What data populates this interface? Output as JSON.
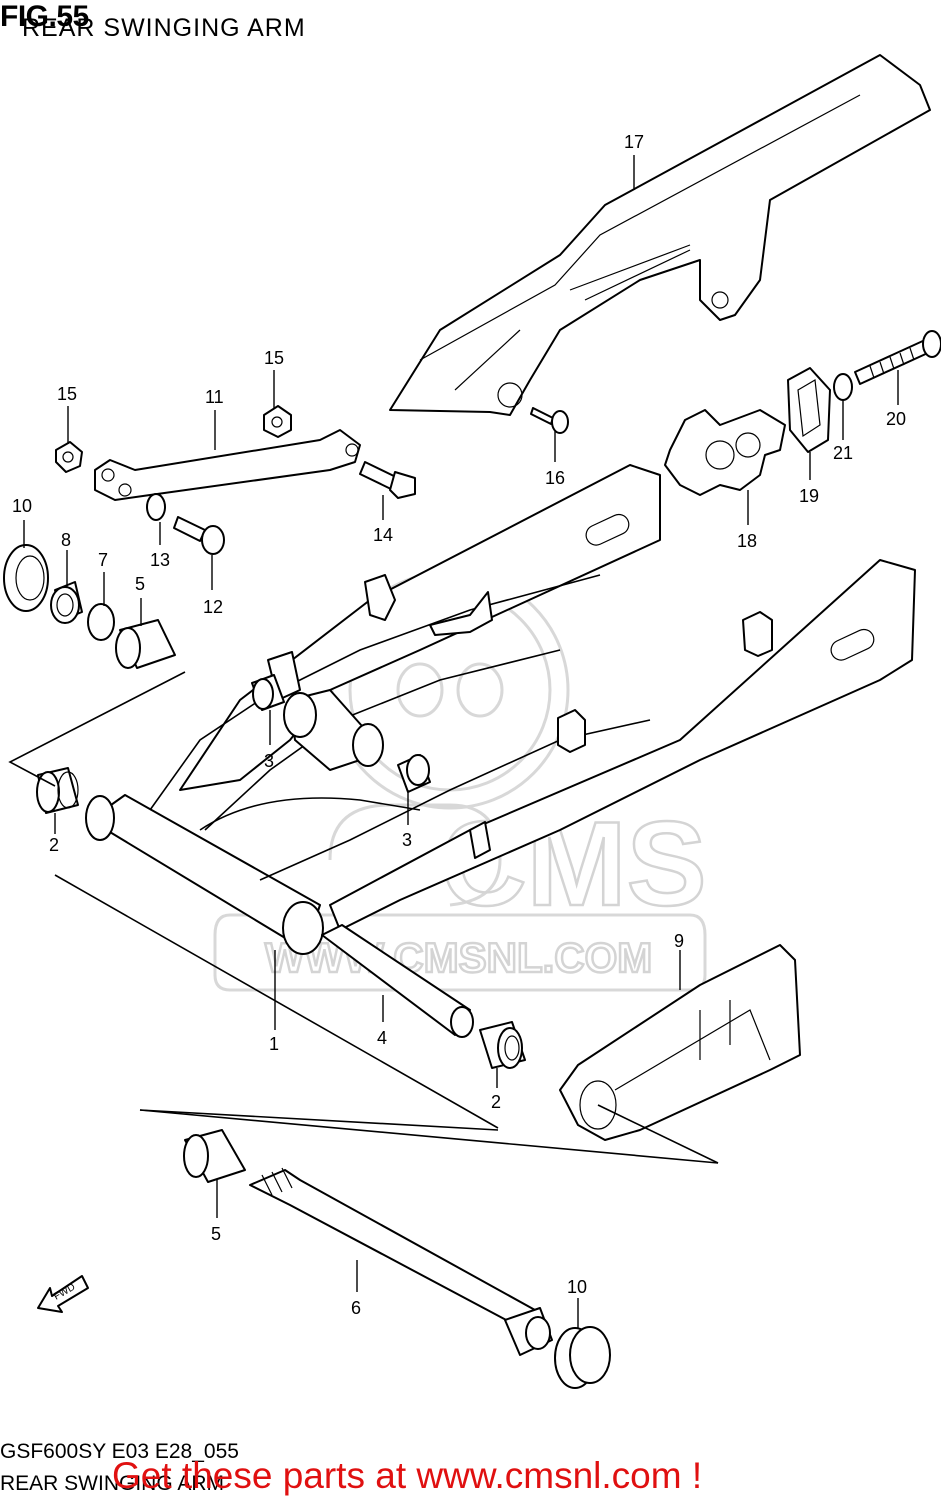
{
  "figure": {
    "number": "FIG.55",
    "title": "REAR SWINGING ARM"
  },
  "callouts": [
    "1",
    "2",
    "2",
    "3",
    "3",
    "4",
    "5",
    "5",
    "6",
    "7",
    "8",
    "9",
    "10",
    "10",
    "11",
    "12",
    "13",
    "14",
    "15",
    "15",
    "16",
    "17",
    "18",
    "19",
    "20",
    "21"
  ],
  "watermark": {
    "brand": "CMS",
    "url": "WWW.CMSNL.COM"
  },
  "footer": {
    "model_code": "GSF600SY E03 E28_055",
    "caption": "REAR SWINGING ARM",
    "promo_text": "Get these parts at www.cmsnl.com !"
  },
  "colors": {
    "line_art": "#000000",
    "promo_text": "#e01010",
    "watermark": "#d4d4d4"
  }
}
